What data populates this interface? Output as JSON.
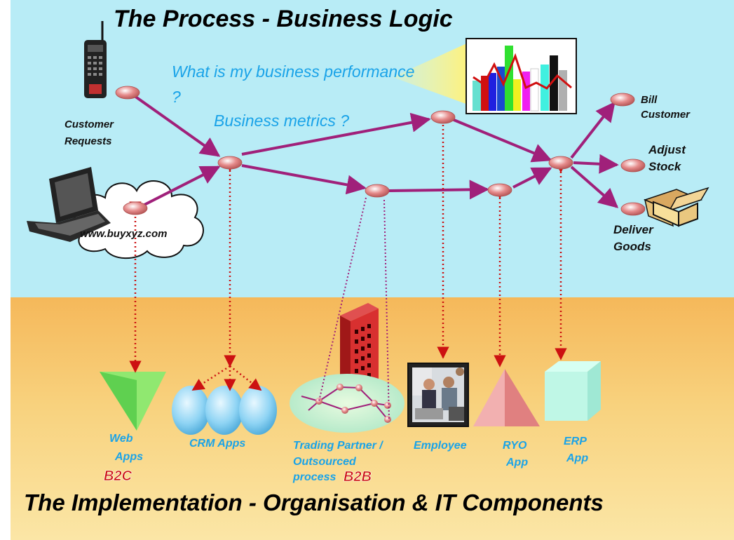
{
  "title_top": "The Process - Business Logic",
  "title_bottom": "The Implementation - Organisation & IT Components",
  "question1": "What is my business performance",
  "question1_mark": "?",
  "question2": "Business metrics ?",
  "process_labels": {
    "customer_requests_l1": "Customer",
    "customer_requests_l2": "Requests",
    "website": "www.buyxyz.com",
    "bill_l1": "Bill",
    "bill_l2": "Customer",
    "adjust_l1": "Adjust",
    "adjust_l2": "Stock",
    "deliver_l1": "Deliver",
    "deliver_l2": "Goods"
  },
  "components": {
    "web_l1": "Web",
    "web_l2": "Apps",
    "b2c": "B2C",
    "crm": "CRM Apps",
    "trading_l1": "Trading Partner /",
    "trading_l2": "Outsourced",
    "trading_l3": "process",
    "b2b": "B2B",
    "employee": "Employee",
    "ryo_l1": "RYO",
    "ryo_l2": "App",
    "erp_l1": "ERP",
    "erp_l2": "App"
  },
  "colors": {
    "process_arrow": "#a0207a",
    "link_arrow": "#cc1111",
    "node": "#e58a8a",
    "question_text": "#1aa3e8",
    "component_text": "#1aa3e8",
    "b2_text": "#cc1111"
  },
  "icons": [
    "mobile-phone-icon",
    "laptop-icon",
    "cloud-icon",
    "bar-chart-icon",
    "open-box-icon",
    "office-building-icon",
    "people-at-computer-photo",
    "pyramid-icon",
    "cube-icon",
    "triangle-icon",
    "ellipse-cluster-icon",
    "network-ellipse-icon"
  ]
}
